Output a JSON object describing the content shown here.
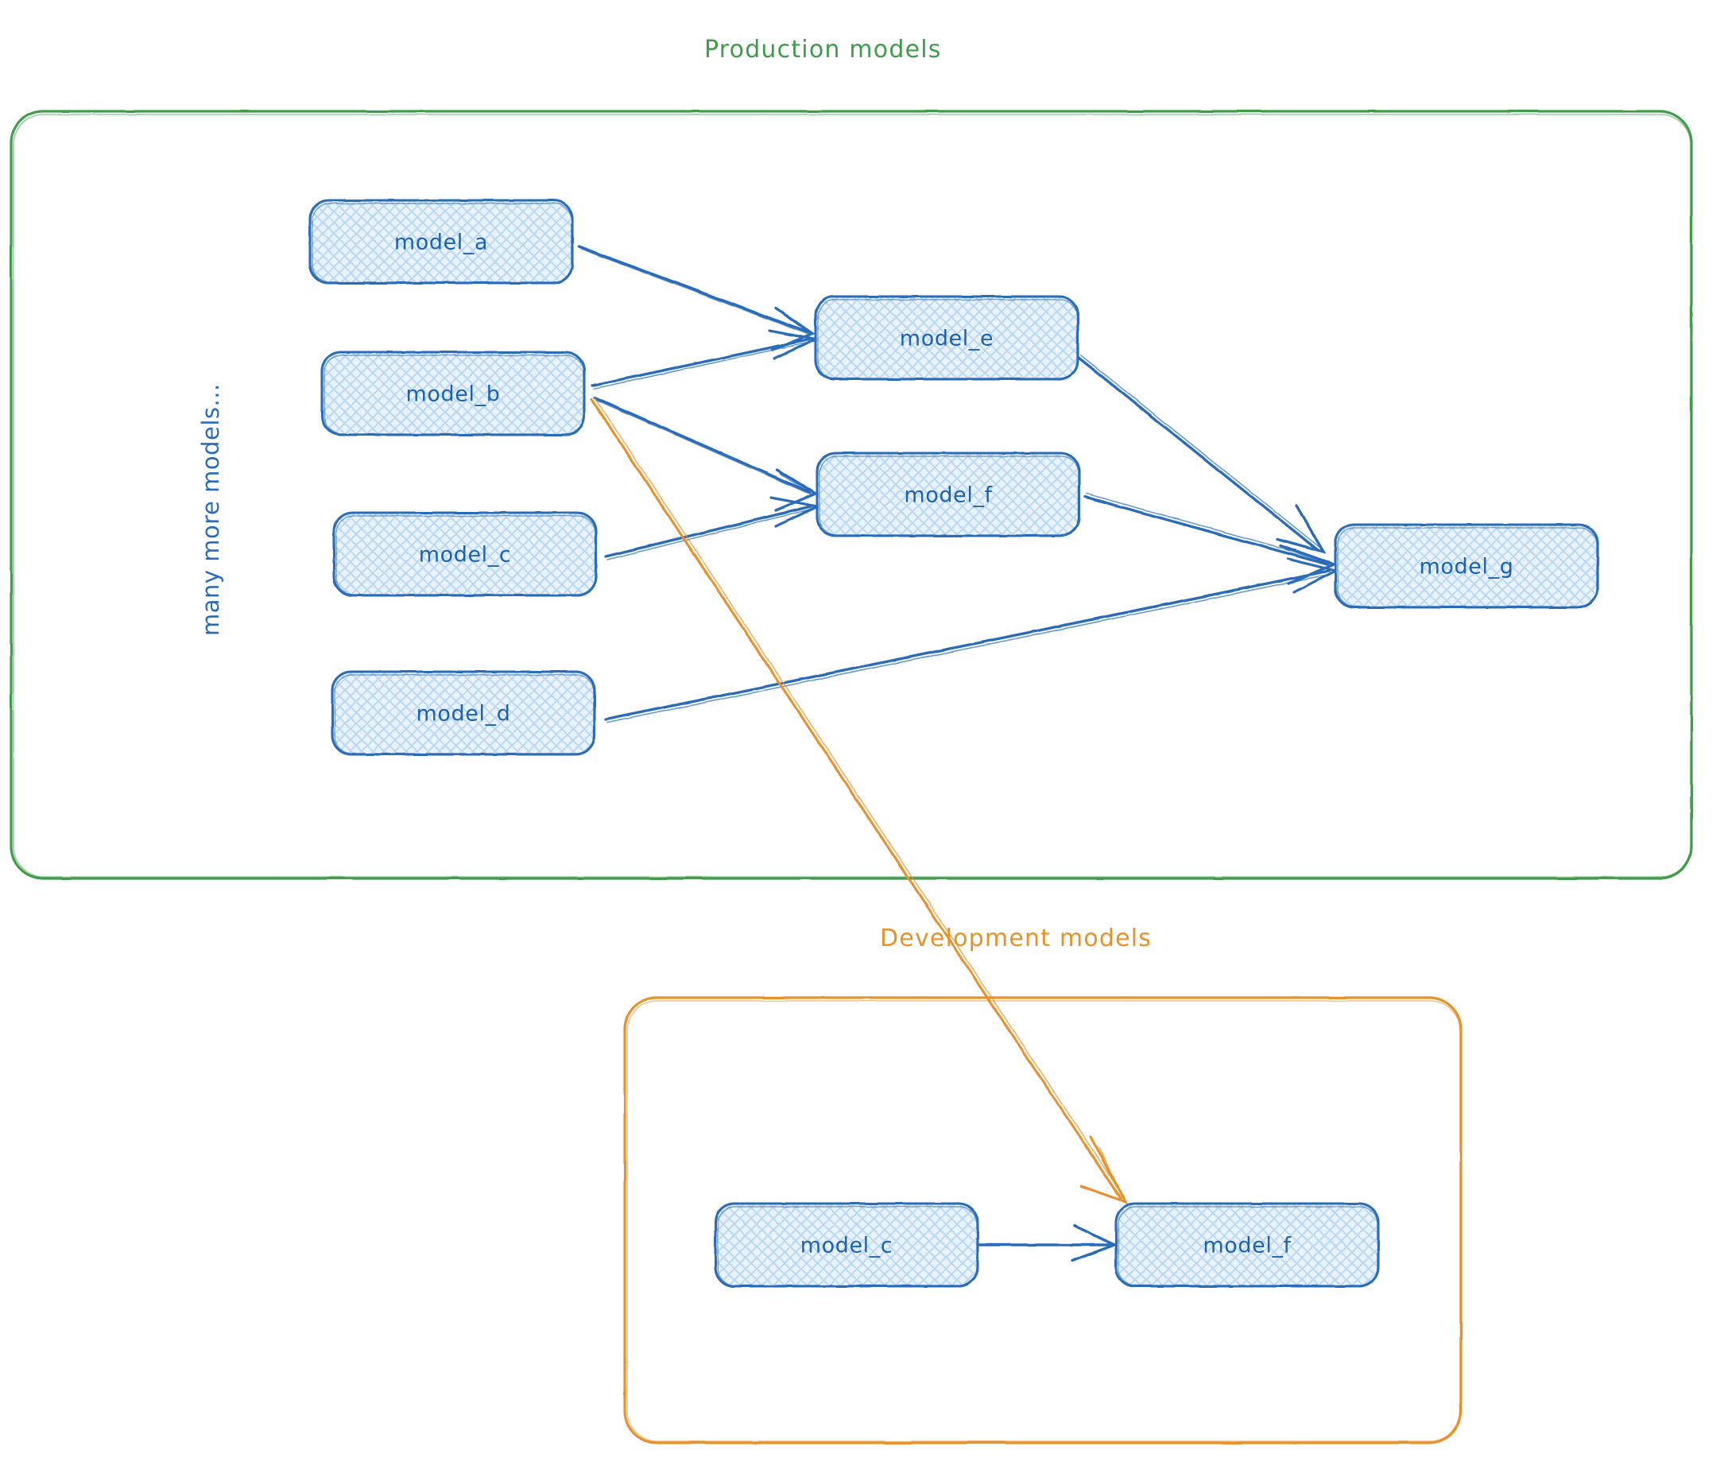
{
  "diagram": {
    "title_production": "Production models",
    "title_development": "Development models",
    "side_note": "many more models...",
    "colors": {
      "production_border": "#3f9c4b",
      "development_border": "#e8912a",
      "node_stroke": "#2b6cb8",
      "node_fill": "#cfe3f7",
      "node_text": "#1d62b0",
      "edge_blue": "#2b6cb8",
      "edge_orange": "#e8912a",
      "background": "#ffffff"
    }
  },
  "production": {
    "label": "Production models",
    "nodes": [
      {
        "id": "prod-model-a",
        "label": "model_a"
      },
      {
        "id": "prod-model-b",
        "label": "model_b"
      },
      {
        "id": "prod-model-c",
        "label": "model_c"
      },
      {
        "id": "prod-model-d",
        "label": "model_d"
      },
      {
        "id": "prod-model-e",
        "label": "model_e"
      },
      {
        "id": "prod-model-f",
        "label": "model_f"
      },
      {
        "id": "prod-model-g",
        "label": "model_g"
      }
    ],
    "edges": [
      {
        "from": "model_a",
        "to": "model_e",
        "color": "#2b6cb8"
      },
      {
        "from": "model_b",
        "to": "model_e",
        "color": "#2b6cb8"
      },
      {
        "from": "model_b",
        "to": "model_f",
        "color": "#2b6cb8"
      },
      {
        "from": "model_c",
        "to": "model_f",
        "color": "#2b6cb8"
      },
      {
        "from": "model_e",
        "to": "model_g",
        "color": "#2b6cb8"
      },
      {
        "from": "model_f",
        "to": "model_g",
        "color": "#2b6cb8"
      },
      {
        "from": "model_d",
        "to": "model_g",
        "color": "#2b6cb8"
      }
    ]
  },
  "development": {
    "label": "Development models",
    "nodes": [
      {
        "id": "dev-model-c",
        "label": "model_c"
      },
      {
        "id": "dev-model-f",
        "label": "model_f"
      }
    ],
    "edges": [
      {
        "from": "model_c",
        "to": "model_f",
        "color": "#2b6cb8"
      }
    ]
  },
  "cross_edges": [
    {
      "from": "model_b",
      "to": "dev model_f",
      "color": "#e8912a"
    }
  ]
}
